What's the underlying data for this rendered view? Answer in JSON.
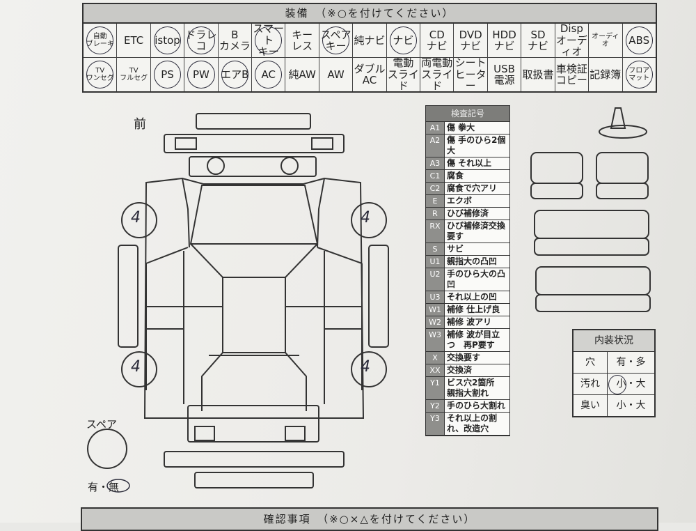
{
  "equipment": {
    "title": "装備　（※○を付けてください）",
    "row1": [
      {
        "label": "自動\nブレーキ",
        "small": true,
        "circled": true
      },
      {
        "label": "ETC",
        "small": false,
        "circled": false
      },
      {
        "label": "istop",
        "small": false,
        "circled": true
      },
      {
        "label": "ドラレ\nコ",
        "small": false,
        "circled": true
      },
      {
        "label": "B\nカメラ",
        "small": false,
        "circled": false
      },
      {
        "label": "スマート\nキー",
        "small": false,
        "circled": true
      },
      {
        "label": "キー\nレス",
        "small": false,
        "circled": false
      },
      {
        "label": "スペア\nキー",
        "small": false,
        "circled": true
      },
      {
        "label": "純ナビ",
        "small": false,
        "circled": false
      },
      {
        "label": "ナビ",
        "small": false,
        "circled": true
      },
      {
        "label": "CD\nナビ",
        "small": false,
        "circled": false
      },
      {
        "label": "DVD\nナビ",
        "small": false,
        "circled": false
      },
      {
        "label": "HDD\nナビ",
        "small": false,
        "circled": false
      },
      {
        "label": "SD\nナビ",
        "small": false,
        "circled": false
      },
      {
        "label": "Disp\nオーディオ",
        "small": false,
        "circled": false
      },
      {
        "label": "オーディオ",
        "small": true,
        "circled": false
      },
      {
        "label": "ABS",
        "small": false,
        "circled": true
      }
    ],
    "row2": [
      {
        "label": "TV\nワンセグ",
        "small": true,
        "circled": true
      },
      {
        "label": "TV\nフルセグ",
        "small": true,
        "circled": false
      },
      {
        "label": "PS",
        "small": false,
        "circled": true
      },
      {
        "label": "PW",
        "small": false,
        "circled": true
      },
      {
        "label": "エアB",
        "small": false,
        "circled": true
      },
      {
        "label": "AC",
        "small": false,
        "circled": true
      },
      {
        "label": "純AW",
        "small": false,
        "circled": false
      },
      {
        "label": "AW",
        "small": false,
        "circled": false
      },
      {
        "label": "ダブル\nAC",
        "small": false,
        "circled": false
      },
      {
        "label": "電動\nスライド",
        "small": false,
        "circled": false
      },
      {
        "label": "両電動\nスライド",
        "small": false,
        "circled": false
      },
      {
        "label": "シート\nヒーター",
        "small": false,
        "circled": false
      },
      {
        "label": "USB\n電源",
        "small": false,
        "circled": false
      },
      {
        "label": "取扱書",
        "small": false,
        "circled": false
      },
      {
        "label": "車検証\nコピー",
        "small": false,
        "circled": false
      },
      {
        "label": "記録簿",
        "small": false,
        "circled": false
      },
      {
        "label": "フロア\nマット",
        "small": true,
        "circled": true
      }
    ]
  },
  "diagram": {
    "front_label": "前",
    "spare_label": "スペア",
    "spare_yes": "有",
    "separator": "・",
    "spare_no": "無",
    "tire_marks": [
      "4",
      "4",
      "4",
      "4"
    ]
  },
  "legend": {
    "title": "検査記号",
    "items": [
      {
        "code": "A1",
        "text": "傷 拳大"
      },
      {
        "code": "A2",
        "text": "傷 手のひら2個大"
      },
      {
        "code": "A3",
        "text": "傷 それ以上"
      },
      {
        "code": "C1",
        "text": "腐食"
      },
      {
        "code": "C2",
        "text": "腐食で穴アリ"
      },
      {
        "code": "E",
        "text": "エクボ"
      },
      {
        "code": "R",
        "text": "ひび補修済"
      },
      {
        "code": "RX",
        "text": "ひび補修済交換要す"
      },
      {
        "code": "S",
        "text": "サビ"
      },
      {
        "code": "U1",
        "text": "親指大の凸凹"
      },
      {
        "code": "U2",
        "text": "手のひら大の凸凹"
      },
      {
        "code": "U3",
        "text": "それ以上の凹"
      },
      {
        "code": "W1",
        "text": "補修 仕上げ良"
      },
      {
        "code": "W2",
        "text": "補修 波アリ"
      },
      {
        "code": "W3",
        "text": "補修 波が目立つ　再P要す"
      },
      {
        "code": "X",
        "text": "交換要す"
      },
      {
        "code": "XX",
        "text": "交換済"
      },
      {
        "code": "Y1",
        "text": "ビス穴2箇所　親指大割れ"
      },
      {
        "code": "Y2",
        "text": "手のひら大割れ"
      },
      {
        "code": "Y3",
        "text": "それ以上の割れ、改造穴"
      }
    ]
  },
  "interior": {
    "title": "内装状況",
    "rows": [
      {
        "key": "穴",
        "value": "有・多"
      },
      {
        "key": "汚れ",
        "value": "小・大"
      },
      {
        "key": "臭い",
        "value": "小・大"
      }
    ]
  },
  "confirm": {
    "title": "確認事項　（※○×△を付けてください）"
  }
}
